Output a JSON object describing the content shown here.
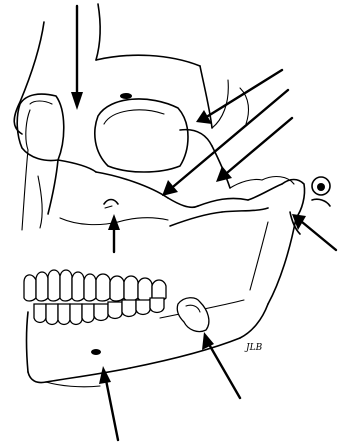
{
  "figure": {
    "signature": "JLB",
    "stroke_color": "#000000",
    "background_color": "#ffffff",
    "arrows": [
      {
        "id": "arrow-top-frontal",
        "pointing": "down"
      },
      {
        "id": "arrow-zygomatic-1",
        "pointing": "down-left"
      },
      {
        "id": "arrow-zygomatic-2",
        "pointing": "down-left"
      },
      {
        "id": "arrow-zygomatic-3",
        "pointing": "down-left"
      },
      {
        "id": "arrow-maxilla",
        "pointing": "up"
      },
      {
        "id": "arrow-condyle",
        "pointing": "up-left"
      },
      {
        "id": "arrow-mandible-angle",
        "pointing": "up-left"
      },
      {
        "id": "arrow-chin",
        "pointing": "up"
      }
    ]
  }
}
